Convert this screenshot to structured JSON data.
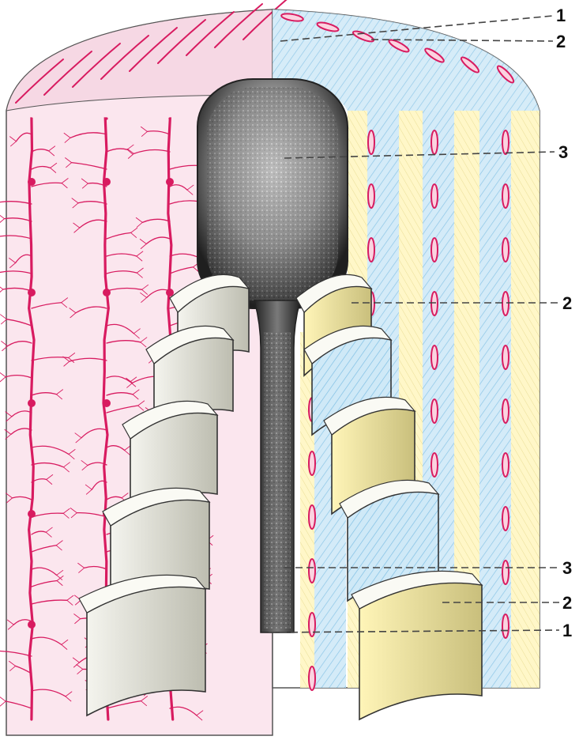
{
  "labels": {
    "top_1": "1",
    "top_2": "2",
    "top_3": "3",
    "mid_2": "2",
    "low_3": "3",
    "low_2": "2",
    "bottom_1": "1"
  },
  "colors": {
    "vessel": "#d81b60",
    "pale_pink": "#fbe3ec",
    "blue_stripe": "#9fd3ee",
    "yellow_stripe": "#fff4b0",
    "grey_core": "#3a3a3a",
    "leader": "#444444"
  },
  "icons": [
    "pink-vessel-network",
    "osteon-lamella-stripes",
    "spongy-core-cylinder"
  ]
}
